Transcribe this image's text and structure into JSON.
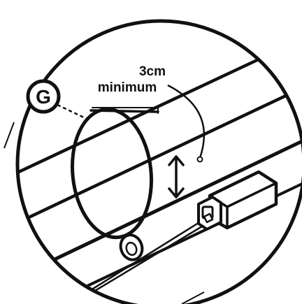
{
  "callout": {
    "distance": "3cm",
    "qualifier": "minimum"
  },
  "badge": {
    "letter": "G"
  },
  "colors": {
    "ink": "#111111",
    "background": "#ffffff",
    "housing_fill": "#ffffff"
  },
  "icons": {
    "measurement": "double-headed-arrow-icon",
    "zoom_frame": "magnifier-circle-icon",
    "connector": "plug-connector-icon",
    "clip": "cable-clip-icon"
  }
}
